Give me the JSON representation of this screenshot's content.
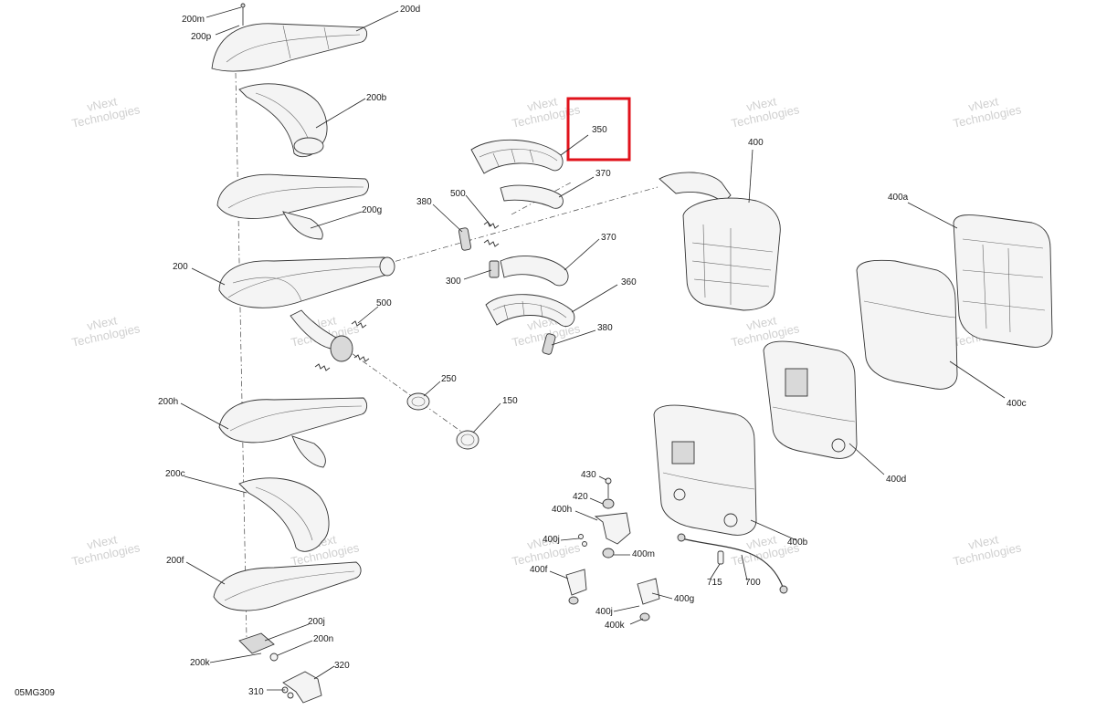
{
  "diagram": {
    "code": "05MG309",
    "highlighted_part": "350",
    "callouts": {
      "200m": "200m",
      "200p": "200p",
      "200d": "200d",
      "200b": "200b",
      "200g": "200g",
      "200": "200",
      "500a": "500",
      "500b": "500",
      "250": "250",
      "150": "150",
      "200h": "200h",
      "200c": "200c",
      "200f": "200f",
      "200j": "200j",
      "200n": "200n",
      "200k": "200k",
      "320": "320",
      "310": "310",
      "350": "350",
      "370a": "370",
      "370b": "370",
      "380a": "380",
      "380b": "380",
      "300": "300",
      "360": "360",
      "400": "400",
      "400a": "400a",
      "400c": "400c",
      "400d": "400d",
      "400b": "400b",
      "430": "430",
      "420": "420",
      "400h": "400h",
      "400j": "400j",
      "400m": "400m",
      "400f": "400f",
      "400g": "400g",
      "400j2": "400j",
      "400k": "400k",
      "715": "715",
      "700": "700"
    },
    "watermark": {
      "line1": "vNext",
      "line2": "Technologies",
      "line3": "vNext Technologies"
    },
    "colors": {
      "highlight": "#e0121b",
      "line": "#222222",
      "watermark": "#c8c8c8"
    }
  }
}
